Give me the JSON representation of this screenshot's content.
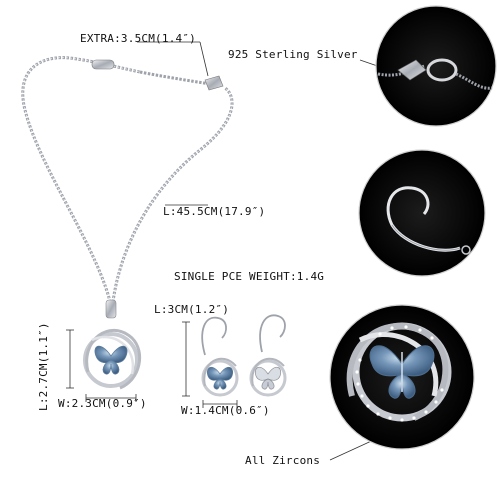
{
  "labels": {
    "extra_length": "EXTRA:3.5CM(1.4″)",
    "material": "925 Sterling Silver",
    "chain_length": "L:45.5CM(17.9″)",
    "piece_weight": "SINGLE PCE WEIGHT:1.4G",
    "earring_length": "L:3CM(1.2″)",
    "pendant_height": "L:2.7CM(1.1″)",
    "pendant_width": "W:2.3CM(0.9″)",
    "earring_width": "W:1.4CM(0.6″)",
    "stones": "All Zircons"
  },
  "colors": {
    "silver": "#c9ccd2",
    "silver_dark": "#8d9098",
    "crystal": "#6f8fb0",
    "crystal_light": "#a9c1d8",
    "detail_bg": "#0a0a0a"
  }
}
